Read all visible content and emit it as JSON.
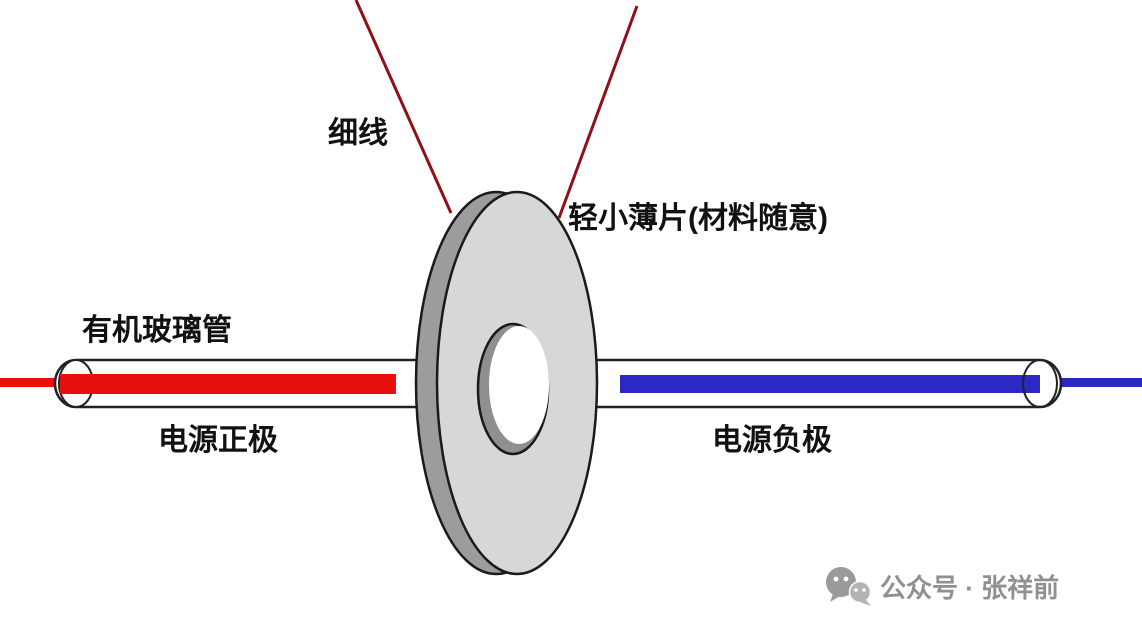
{
  "labels": {
    "thread": "细线",
    "sheet": "轻小薄片(材料随意)",
    "tube": "有机玻璃管",
    "positive_terminal": "电源正极",
    "negative_terminal": "电源负极"
  },
  "watermark": {
    "icon": "wechat-icon",
    "text": "公众号 · 张祥前"
  },
  "colors": {
    "positive_wire": "#e8100c",
    "negative_wire": "#2b28c4",
    "thread": "#8e1018",
    "disc_face": "#d7d7d7",
    "disc_rim": "#9c9c9c",
    "hole_shadow": "#8f8f8f",
    "outline": "#1a1a1a",
    "label_text": "#111111",
    "watermark_gray": "#909090"
  }
}
